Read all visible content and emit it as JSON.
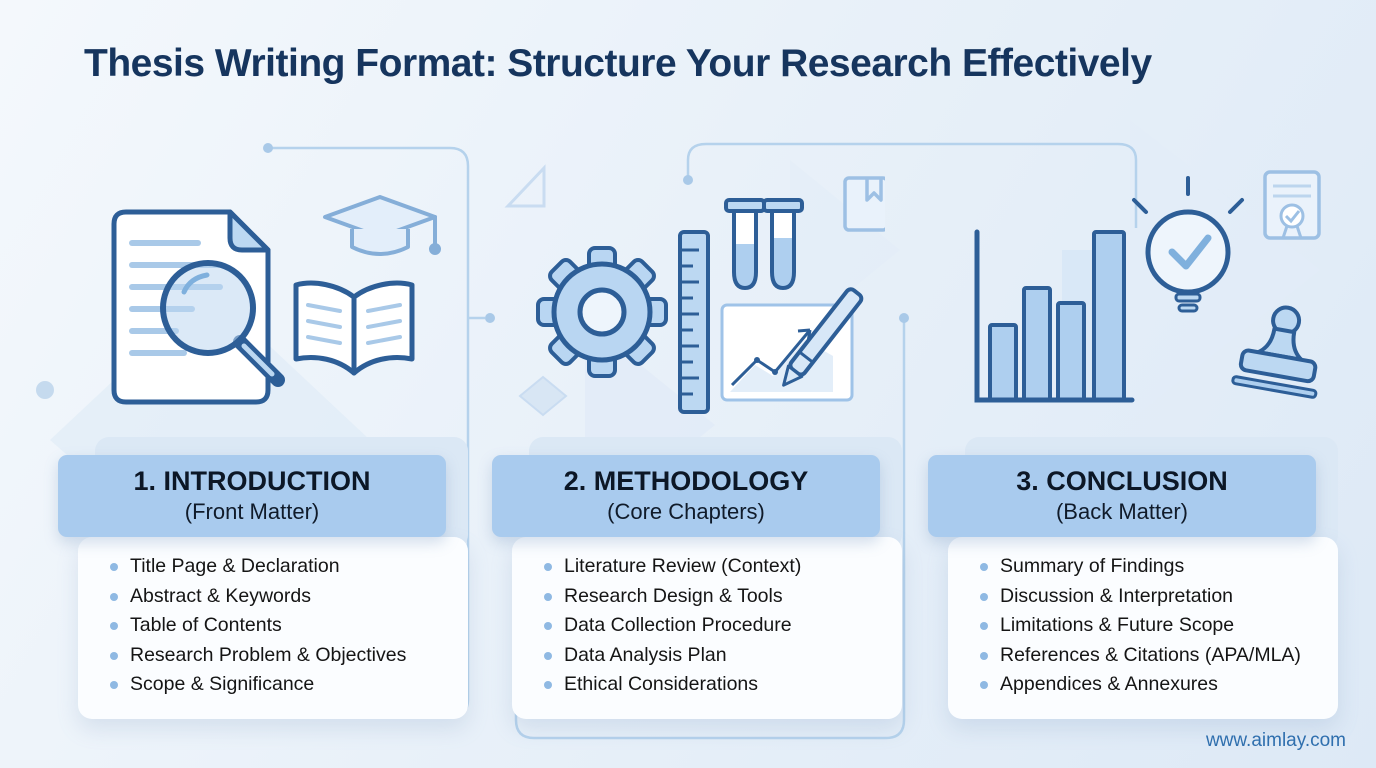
{
  "page": {
    "title": "Thesis Writing Format: Structure Your Research Effectively",
    "website": "www.aimlay.com"
  },
  "sections": [
    {
      "heading": "1. INTRODUCTION",
      "subtitle": "(Front Matter)",
      "items": [
        "Title Page & Declaration",
        "Abstract & Keywords",
        "Table of Contents",
        "Research Problem & Objectives",
        "Scope & Significance"
      ],
      "icons": [
        "document-search-icon",
        "open-book-icon",
        "graduation-cap-icon"
      ]
    },
    {
      "heading": "2. METHODOLOGY",
      "subtitle": "(Core Chapters)",
      "items": [
        "Literature Review (Context)",
        "Research Design & Tools",
        "Data Collection Procedure",
        "Data Analysis Plan",
        "Ethical Considerations"
      ],
      "icons": [
        "gear-icon",
        "ruler-icon",
        "test-tubes-icon",
        "chart-pen-icon",
        "bookmark-book-icon"
      ]
    },
    {
      "heading": "3. CONCLUSION",
      "subtitle": "(Back Matter)",
      "items": [
        "Summary of Findings",
        "Discussion & Interpretation",
        "Limitations & Future Scope",
        "References & Citations (APA/MLA)",
        "Appendices & Annexures"
      ],
      "icons": [
        "bar-chart-icon",
        "lightbulb-check-icon",
        "stamp-icon",
        "certificate-icon"
      ]
    }
  ],
  "colors": {
    "title_text": "#16355e",
    "header_fill": "#a9cbee",
    "card_fill": "#fbfdff",
    "bullet_dot": "#8fb9e3",
    "connector_line": "#b5d2ec",
    "icon_stroke": "#2d5e97",
    "icon_fill": "#b9d6f2",
    "link_text": "#2f6fae"
  }
}
